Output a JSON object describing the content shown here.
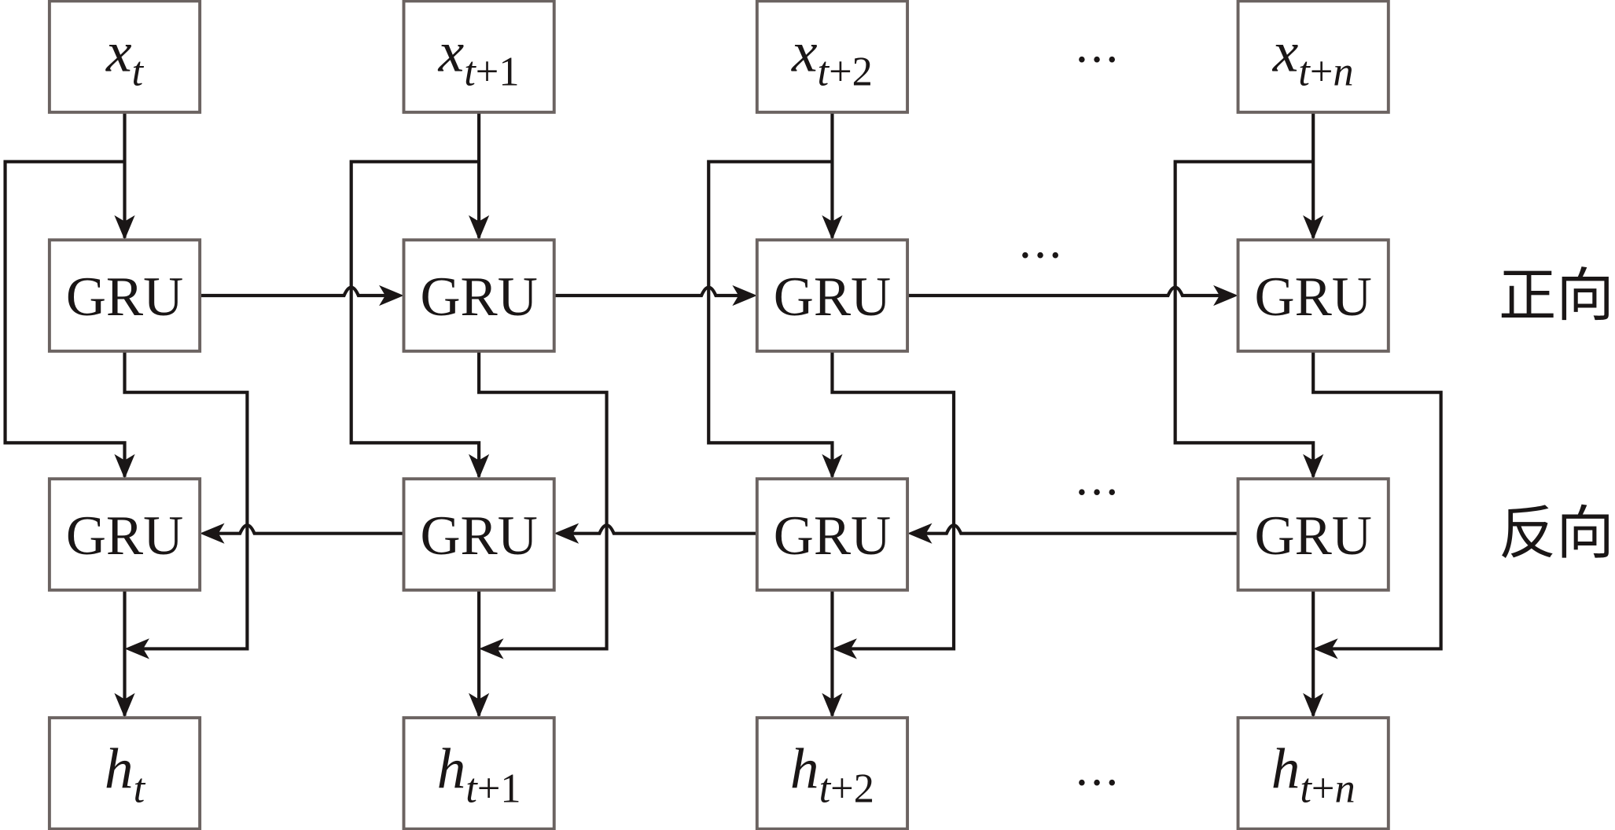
{
  "diagram": {
    "title": "Bidirectional GRU structure",
    "inputs": [
      {
        "base": "x",
        "sub": "t"
      },
      {
        "base": "x",
        "sub": "t+1"
      },
      {
        "base": "x",
        "sub": "t+2"
      },
      {
        "base": "x",
        "sub": "t+n"
      }
    ],
    "outputs": [
      {
        "base": "h",
        "sub": "t"
      },
      {
        "base": "h",
        "sub": "t+1"
      },
      {
        "base": "h",
        "sub": "t+2"
      },
      {
        "base": "h",
        "sub": "t+n"
      }
    ],
    "cell_label": "GRU",
    "forward_label": "正向",
    "backward_label": "反向",
    "ellipsis": "…",
    "nodes": [
      {
        "id": "x_t",
        "type": "input",
        "label": "x_t"
      },
      {
        "id": "x_t+1",
        "type": "input",
        "label": "x_{t+1}"
      },
      {
        "id": "x_t+2",
        "type": "input",
        "label": "x_{t+2}"
      },
      {
        "id": "x_t+n",
        "type": "input",
        "label": "x_{t+n}"
      },
      {
        "id": "fwd_0",
        "type": "gru-forward",
        "label": "GRU"
      },
      {
        "id": "fwd_1",
        "type": "gru-forward",
        "label": "GRU"
      },
      {
        "id": "fwd_2",
        "type": "gru-forward",
        "label": "GRU"
      },
      {
        "id": "fwd_n",
        "type": "gru-forward",
        "label": "GRU"
      },
      {
        "id": "bwd_0",
        "type": "gru-backward",
        "label": "GRU"
      },
      {
        "id": "bwd_1",
        "type": "gru-backward",
        "label": "GRU"
      },
      {
        "id": "bwd_2",
        "type": "gru-backward",
        "label": "GRU"
      },
      {
        "id": "bwd_n",
        "type": "gru-backward",
        "label": "GRU"
      },
      {
        "id": "h_t",
        "type": "output",
        "label": "h_t"
      },
      {
        "id": "h_t+1",
        "type": "output",
        "label": "h_{t+1}"
      },
      {
        "id": "h_t+2",
        "type": "output",
        "label": "h_{t+2}"
      },
      {
        "id": "h_t+n",
        "type": "output",
        "label": "h_{t+n}"
      }
    ],
    "edges": [
      {
        "from": "x_t",
        "to": "fwd_0"
      },
      {
        "from": "x_t",
        "to": "bwd_0"
      },
      {
        "from": "x_t+1",
        "to": "fwd_1"
      },
      {
        "from": "x_t+1",
        "to": "bwd_1"
      },
      {
        "from": "x_t+2",
        "to": "fwd_2"
      },
      {
        "from": "x_t+2",
        "to": "bwd_2"
      },
      {
        "from": "x_t+n",
        "to": "fwd_n"
      },
      {
        "from": "x_t+n",
        "to": "bwd_n"
      },
      {
        "from": "fwd_0",
        "to": "fwd_1"
      },
      {
        "from": "fwd_1",
        "to": "fwd_2"
      },
      {
        "from": "fwd_2",
        "to": "fwd_n"
      },
      {
        "from": "bwd_n",
        "to": "bwd_2"
      },
      {
        "from": "bwd_2",
        "to": "bwd_1"
      },
      {
        "from": "bwd_1",
        "to": "bwd_0"
      },
      {
        "from": "fwd_0",
        "to": "h_t"
      },
      {
        "from": "bwd_0",
        "to": "h_t"
      },
      {
        "from": "fwd_1",
        "to": "h_t+1"
      },
      {
        "from": "bwd_1",
        "to": "h_t+1"
      },
      {
        "from": "fwd_2",
        "to": "h_t+2"
      },
      {
        "from": "bwd_2",
        "to": "h_t+2"
      },
      {
        "from": "fwd_n",
        "to": "h_t+n"
      },
      {
        "from": "bwd_n",
        "to": "h_t+n"
      }
    ]
  }
}
